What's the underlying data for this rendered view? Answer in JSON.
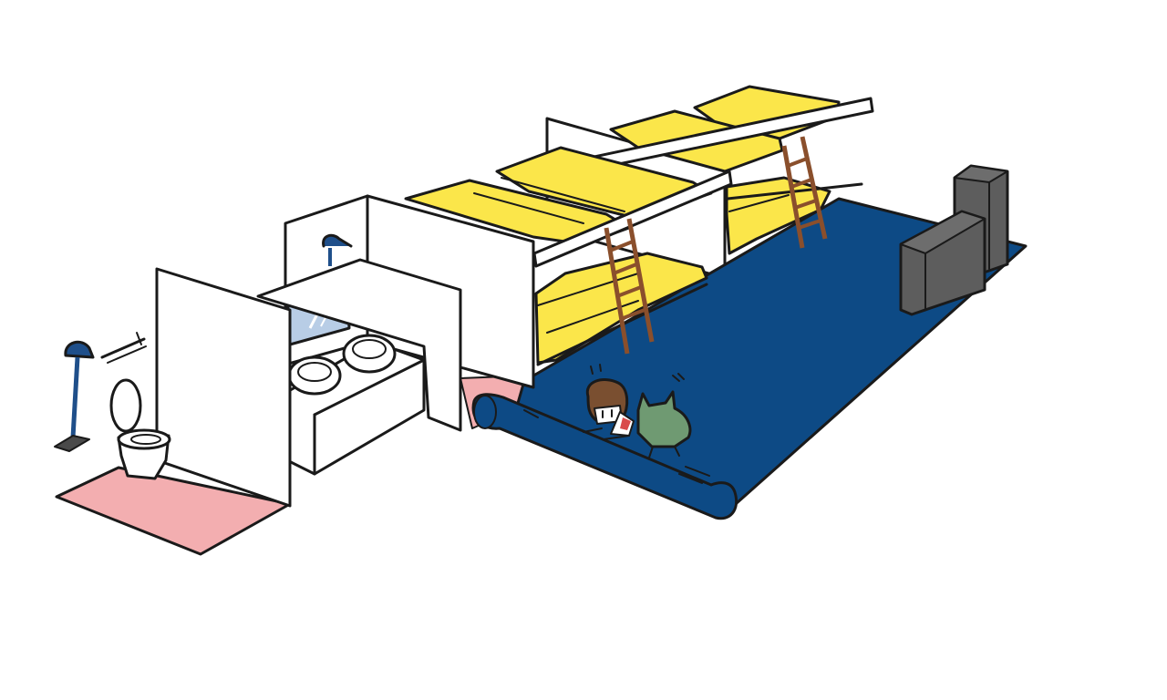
{
  "scene": {
    "kind": "illustration",
    "colors": {
      "background": "#ffffff",
      "floor_pink": "#f3aeb0",
      "carpet_blue": "#0d4a85",
      "mattress_yellow": "#fbe64a",
      "mattress_shadow": "#e8cf2e",
      "wall_white": "#ffffff",
      "ladder_brown": "#8a4f2c",
      "lamp_blue": "#1f4f8a",
      "furniture_gray": "#5d5d5d",
      "mirror_blue": "#b8cde6",
      "hair_brown": "#7a4f30",
      "cat_green": "#6f9a72",
      "outline": "#1a1a1a"
    },
    "objects": [
      "toilet",
      "towel-bar",
      "standing-lamp",
      "sink-counter",
      "mirror",
      "wall-lamp",
      "bunk-beds",
      "ladders",
      "carpet",
      "gray-furniture",
      "child",
      "cat"
    ]
  }
}
